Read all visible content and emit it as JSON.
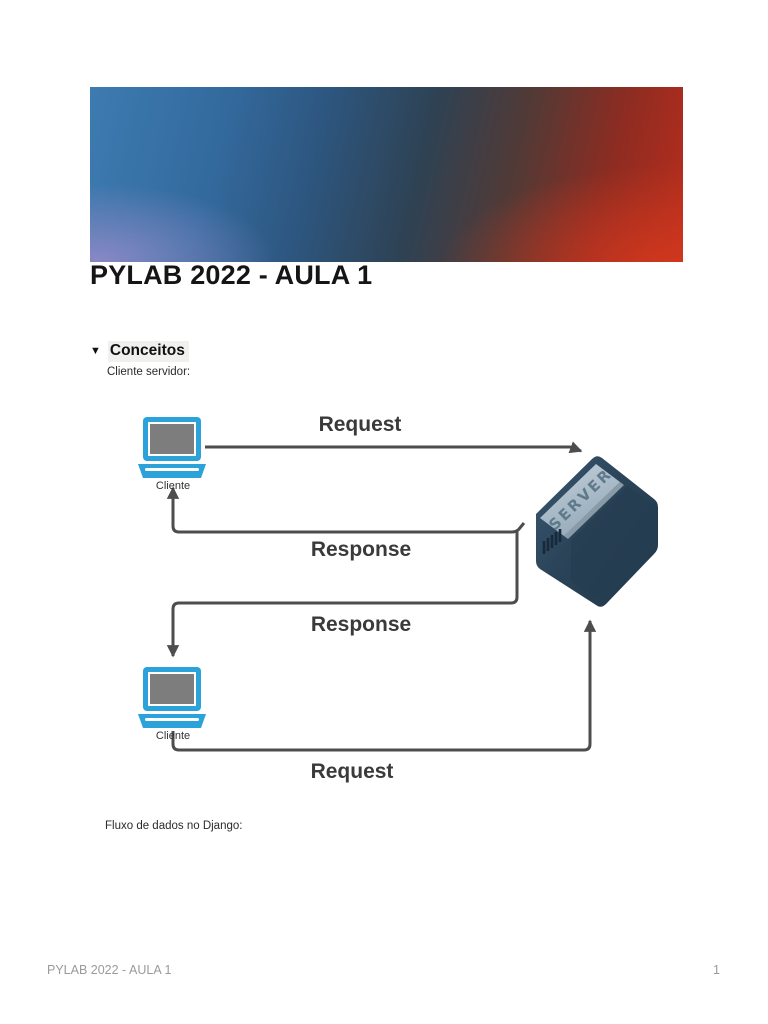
{
  "page": {
    "title": "PYLAB 2022 - AULA 1",
    "footer_left": "PYLAB 2022 - AULA 1",
    "footer_page_number": "1"
  },
  "banner": {
    "description": "gradient-banner",
    "colors": {
      "top_left_blue": "#3d7bb0",
      "bottom_left_lavender": "#8c89c6",
      "center_dark_slate": "#2e4254",
      "top_right_dark_red": "#7e2a22",
      "bottom_right_red": "#c9341e"
    }
  },
  "section": {
    "toggle_icon": "▼",
    "title": "Conceitos",
    "intro_text": "Cliente servidor:",
    "outro_text": "Fluxo de dados no Django:"
  },
  "diagram": {
    "labels": {
      "request_top": "Request",
      "response_upper": "Response",
      "response_lower": "Response",
      "request_bottom": "Request"
    },
    "client_top_label": "Cliente",
    "client_bottom_label": "Cliente",
    "server_label": "SERVER",
    "colors": {
      "connector": "#4d4d4d",
      "laptop_frame": "#2ba2da",
      "laptop_screen": "#7d7d7d",
      "server_body": "#2b4459",
      "server_band": "#aec0cd"
    }
  }
}
